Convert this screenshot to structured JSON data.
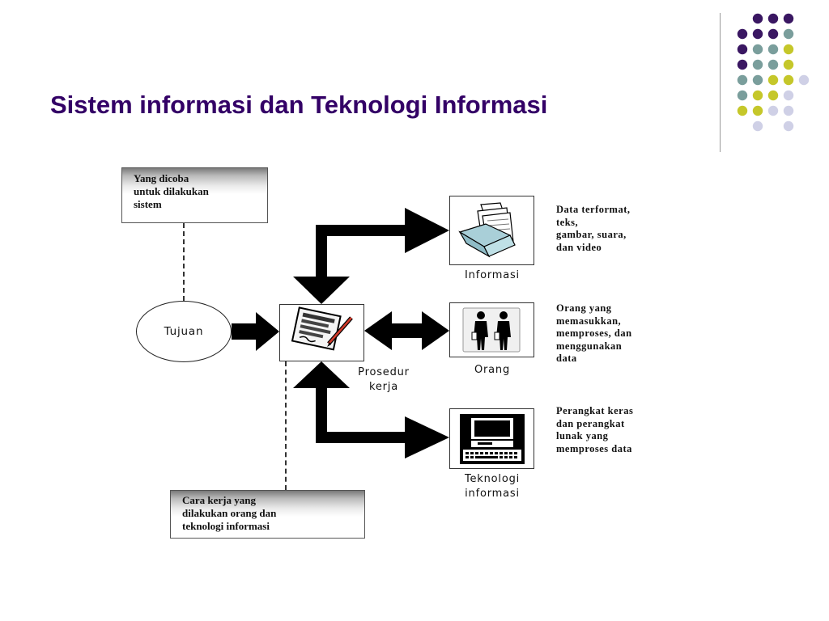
{
  "title": "Sistem informasi  dan Teknologi Informasi",
  "colors": {
    "title": "#330066",
    "dot_purple": "#3a1762",
    "dot_teal": "#7a9e9c",
    "dot_yellow": "#c5c72a",
    "dot_lavender": "#cfd0e6"
  },
  "goal_box": "Yang dicoba\nuntuk dilakukan\nsistem",
  "procedure_box": "Cara kerja yang\ndilakukan orang dan\nteknologi informasi",
  "tujuan": "Tujuan",
  "prosedur_label": "Prosedur\nkerja",
  "components": [
    {
      "label": "Informasi",
      "icon": "folder-documents-icon",
      "description": "Data terformat,\nteks,\ngambar, suara,\ndan video"
    },
    {
      "label": "Orang",
      "icon": "people-icon",
      "description": "Orang yang\nmemasukkan,\nmemproses, dan\nmenggunakan\ndata"
    },
    {
      "label": "Teknologi\ninformasi",
      "icon": "computer-icon",
      "description": "Perangkat keras\ndan perangkat\nlunak yang\nmemproses data"
    }
  ],
  "prosedur_icon": "document-pen-icon"
}
